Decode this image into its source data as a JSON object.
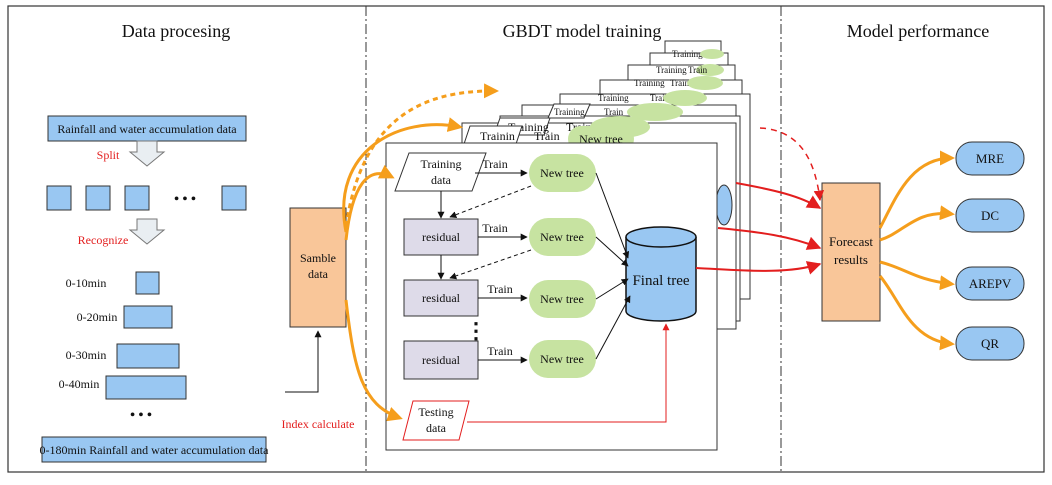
{
  "sections": {
    "data_processing": "Data procesing",
    "gbdt_training": "GBDT model training",
    "model_performance": "Model performance"
  },
  "processing": {
    "rain_box": "Rainfall and water accumulation data",
    "split": "Split",
    "recognize": "Recognize",
    "dots": "• • •",
    "durations": [
      "0-10min",
      "0-20min",
      "0-30min",
      "0-40min"
    ],
    "final_box": "0-180min Rainfall and water accumulation data",
    "index_calc": "Index calculate"
  },
  "sample": {
    "line1": "Samble",
    "line2": "data"
  },
  "training": {
    "training_data_1": "Training",
    "training_data_2": "data",
    "testing_data_1": "Testing",
    "testing_data_2": "data",
    "train": "Train",
    "residual": "residual",
    "new_tree": "New tree",
    "final_tree": "Final tree",
    "vdots": "⋮",
    "stack_training": "Training",
    "stack_trainin": "Trainin",
    "stack_new_tree": "New tree"
  },
  "forecast": {
    "line1": "Forecast",
    "line2": "results"
  },
  "metrics": [
    "MRE",
    "DC",
    "AREPV",
    "QR"
  ],
  "colors": {
    "blue_box": "#99c7f2",
    "orange_box": "#f9c699",
    "green_node": "#c7e3a1",
    "residual": "#dedbe9",
    "orange_arrow": "#f59e1c",
    "red_arrow": "#e31e1e"
  }
}
